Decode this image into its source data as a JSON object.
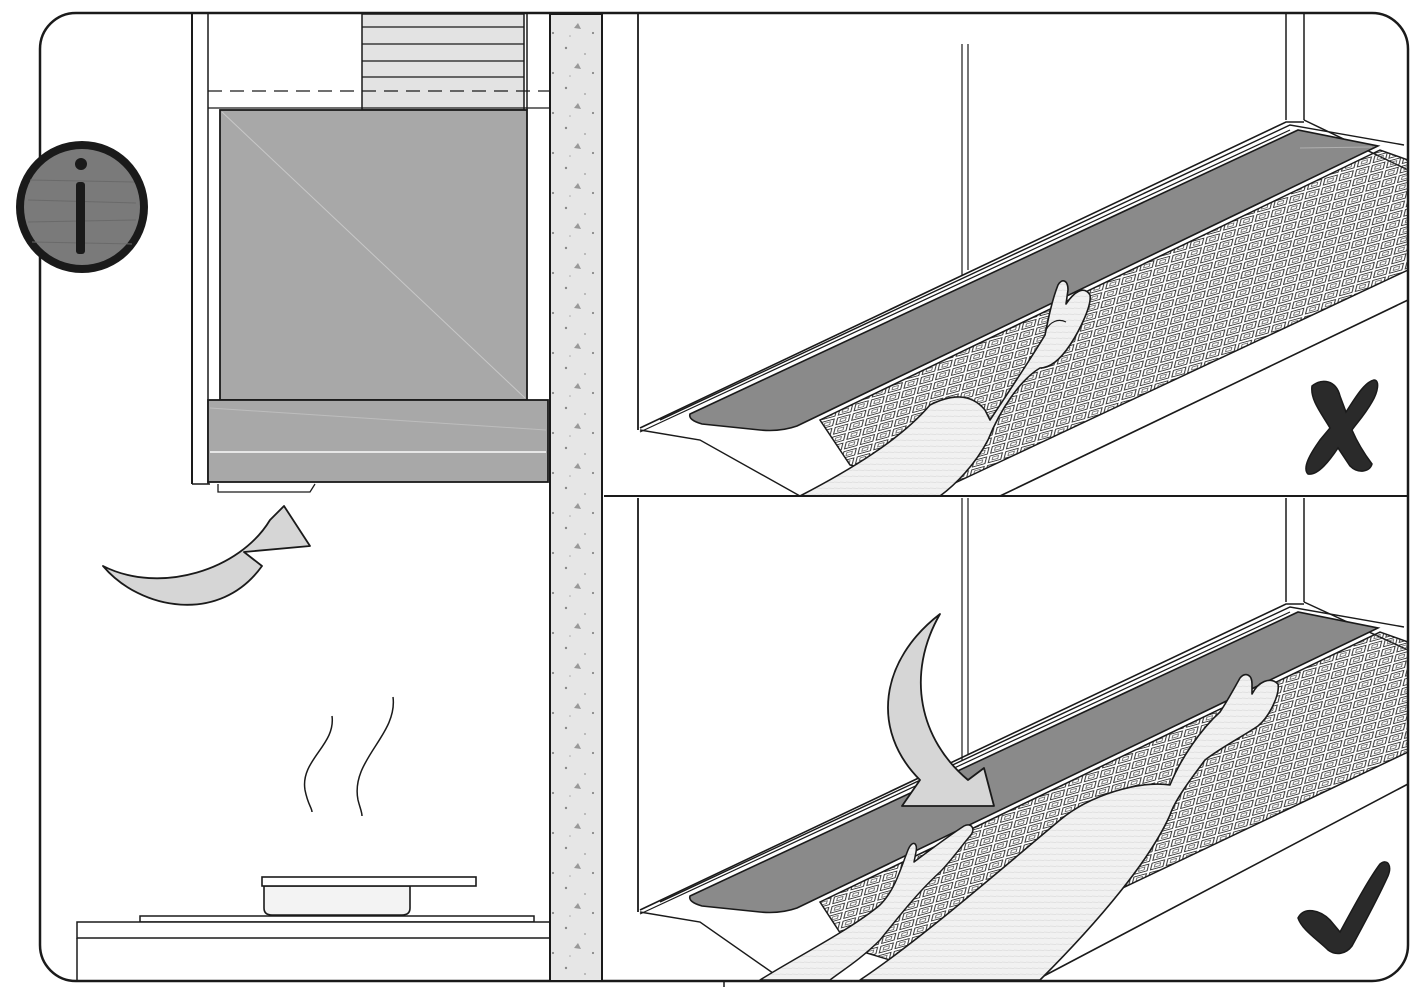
{
  "illustration": {
    "panels": [
      {
        "id": "left",
        "content": "hood-side-view"
      },
      {
        "id": "top-right",
        "verdict": "wrong",
        "verdict_symbol": "X"
      },
      {
        "id": "bottom-right",
        "verdict": "correct",
        "verdict_symbol": "check"
      }
    ],
    "icons": {
      "info": "info-icon",
      "wrong": "cross-icon",
      "correct": "checkmark-icon",
      "rotate_up": "curved-arrow-up-icon",
      "rotate_down": "curved-arrow-down-icon",
      "steam": "steam-icon"
    },
    "colors": {
      "outline": "#1a1a1a",
      "hood_gray": "#a8a8a8",
      "panel_gray": "#8a8a8a",
      "info_fill": "#7a7a7a",
      "arrow_fill": "#d6d6d6",
      "wall_fill": "#e6e6e6"
    }
  }
}
